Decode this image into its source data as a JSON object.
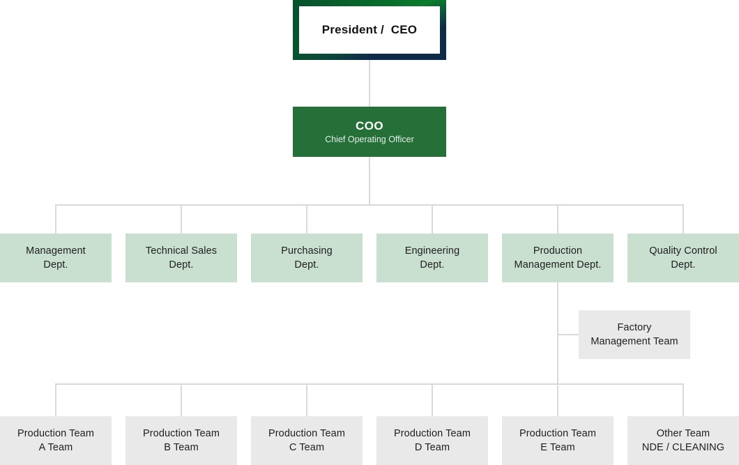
{
  "colors": {
    "ceo_frame_green_dark": "#07502d",
    "ceo_frame_green": "#0a7e2b",
    "ceo_frame_navy": "#0e2b47",
    "coo_green": "#256f38",
    "dept_bg": "#c9dfd0",
    "team_bg": "#e9e9e9",
    "connector": "#d9d9d9",
    "node_text": "#1e1e1e",
    "coo_text": "#ffffff"
  },
  "ceo": {
    "label": "President /  CEO"
  },
  "coo": {
    "title": "COO",
    "subtitle": "Chief Operating Officer"
  },
  "departments": [
    {
      "line1": "Management",
      "line2": "Dept."
    },
    {
      "line1": "Technical Sales",
      "line2": "Dept."
    },
    {
      "line1": "Purchasing",
      "line2": "Dept."
    },
    {
      "line1": "Engineering",
      "line2": "Dept."
    },
    {
      "line1": "Production",
      "line2": "Management Dept."
    },
    {
      "line1": "Quality Control",
      "line2": "Dept."
    }
  ],
  "factory_team": {
    "line1": "Factory",
    "line2": "Management Team"
  },
  "teams": [
    {
      "line1": "Production Team",
      "line2": "A Team"
    },
    {
      "line1": "Production Team",
      "line2": "B Team"
    },
    {
      "line1": "Production Team",
      "line2": "C Team"
    },
    {
      "line1": "Production Team",
      "line2": "D Team"
    },
    {
      "line1": "Production Team",
      "line2": "E Team"
    },
    {
      "line1": "Other Team",
      "line2": "NDE / CLEANING"
    }
  ]
}
